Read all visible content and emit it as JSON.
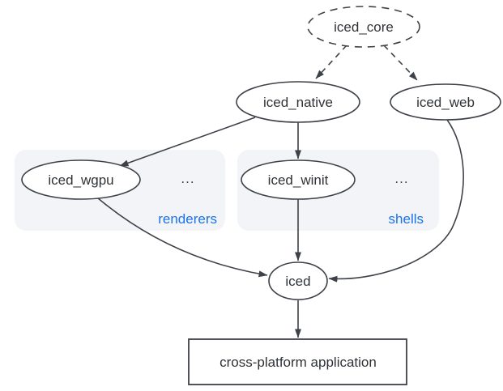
{
  "diagram": {
    "nodes": {
      "iced_core": {
        "label": "iced_core",
        "shape": "ellipse",
        "border": "dashed"
      },
      "iced_native": {
        "label": "iced_native",
        "shape": "ellipse",
        "border": "solid"
      },
      "iced_web": {
        "label": "iced_web",
        "shape": "ellipse",
        "border": "solid"
      },
      "iced_wgpu": {
        "label": "iced_wgpu",
        "shape": "ellipse",
        "border": "solid"
      },
      "iced_winit": {
        "label": "iced_winit",
        "shape": "ellipse",
        "border": "solid"
      },
      "iced": {
        "label": "iced",
        "shape": "ellipse",
        "border": "solid"
      },
      "app": {
        "label": "cross-platform application",
        "shape": "rectangle",
        "border": "solid"
      }
    },
    "groups": {
      "renderers": {
        "label": "renderers",
        "ellipsis": "...",
        "contains": [
          "iced_wgpu"
        ]
      },
      "shells": {
        "label": "shells",
        "ellipsis": "...",
        "contains": [
          "iced_winit"
        ]
      }
    },
    "edges": [
      {
        "from": "iced_core",
        "to": "iced_native",
        "style": "dashed"
      },
      {
        "from": "iced_core",
        "to": "iced_web",
        "style": "dashed"
      },
      {
        "from": "iced_native",
        "to": "iced_wgpu",
        "style": "solid"
      },
      {
        "from": "iced_native",
        "to": "iced_winit",
        "style": "solid"
      },
      {
        "from": "iced_wgpu",
        "to": "iced",
        "style": "solid"
      },
      {
        "from": "iced_winit",
        "to": "iced",
        "style": "solid"
      },
      {
        "from": "iced_web",
        "to": "iced",
        "style": "solid"
      },
      {
        "from": "iced",
        "to": "app",
        "style": "solid"
      }
    ],
    "colors": {
      "stroke": "#3d4248",
      "text": "#2f3337",
      "group_background": "#f2f4f8",
      "group_label": "#1a73e8",
      "background": "#ffffff"
    }
  }
}
